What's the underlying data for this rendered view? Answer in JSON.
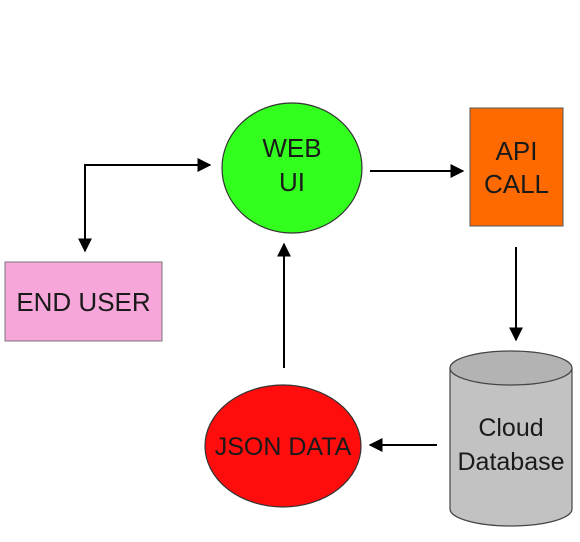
{
  "diagram": {
    "nodes": {
      "web_ui": {
        "line1": "WEB",
        "line2": "UI",
        "color": "#33ff1f"
      },
      "api_call": {
        "line1": "API",
        "line2": "CALL",
        "color": "#ff6a00"
      },
      "end_user": {
        "label": "END USER",
        "color": "#f6a6d9"
      },
      "cloud_db": {
        "line1": "Cloud",
        "line2": "Database",
        "color": "#c2c2c2"
      },
      "json_data": {
        "label": "JSON DATA",
        "color": "#ff0d0d"
      }
    },
    "edges": [
      {
        "from": "end_user",
        "to": "web_ui",
        "bidirectional": true
      },
      {
        "from": "web_ui",
        "to": "api_call"
      },
      {
        "from": "api_call",
        "to": "cloud_db"
      },
      {
        "from": "cloud_db",
        "to": "json_data"
      },
      {
        "from": "json_data",
        "to": "web_ui"
      }
    ]
  }
}
